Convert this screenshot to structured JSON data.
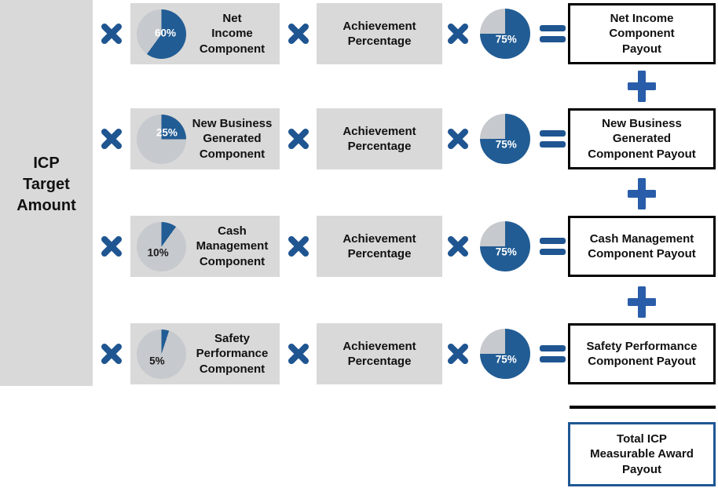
{
  "colors": {
    "pie_blue": "#215C94",
    "pie_gray": "#C6C9CD",
    "operator_blue": "#1F5591",
    "plus_blue": "#2A5DA9",
    "box_gray": "#D9D9D9",
    "payout_border": "#000000",
    "total_border": "#1F5795"
  },
  "left_panel": {
    "label": "ICP\nTarget\nAmount"
  },
  "operators": {
    "multiply": "×",
    "equals": "=",
    "plus": "+"
  },
  "rows": [
    {
      "component": {
        "label": "Net\nIncome\nComponent",
        "pie": {
          "percent": 60,
          "label": "60%",
          "label_color": "#FFFFFF",
          "label_x": "58%",
          "label_y": "49%"
        }
      },
      "achievement": {
        "label": "Achievement\nPercentage"
      },
      "result_pie": {
        "percent": 75,
        "label": "75%",
        "label_color": "#FFFFFF",
        "label_x": "52%",
        "label_y": "61%"
      },
      "payout": {
        "label": "Net Income\nComponent\nPayout"
      }
    },
    {
      "component": {
        "label": "New Business\nGenerated\nComponent",
        "pie": {
          "percent": 25,
          "label": "25%",
          "label_color": "#FFFFFF",
          "label_x": "61%",
          "label_y": "37%"
        }
      },
      "achievement": {
        "label": "Achievement\nPercentage"
      },
      "result_pie": {
        "percent": 75,
        "label": "75%",
        "label_color": "#FFFFFF",
        "label_x": "52%",
        "label_y": "61%"
      },
      "payout": {
        "label": "New Business\nGenerated\nComponent Payout"
      }
    },
    {
      "component": {
        "label": "Cash\nManagement\nComponent",
        "pie": {
          "percent": 10,
          "label": "10%",
          "label_color": "#1A1A1A",
          "label_x": "43%",
          "label_y": "63%"
        }
      },
      "achievement": {
        "label": "Achievement\nPercentage"
      },
      "result_pie": {
        "percent": 75,
        "label": "75%",
        "label_color": "#FFFFFF",
        "label_x": "52%",
        "label_y": "61%"
      },
      "payout": {
        "label": "Cash Management\nComponent Payout"
      }
    },
    {
      "component": {
        "label": "Safety\nPerformance\nComponent",
        "pie": {
          "percent": 5,
          "label": "5%",
          "label_color": "#1A1A1A",
          "label_x": "41%",
          "label_y": "65%"
        }
      },
      "achievement": {
        "label": "Achievement\nPercentage"
      },
      "result_pie": {
        "percent": 75,
        "label": "75%",
        "label_color": "#FFFFFF",
        "label_x": "52%",
        "label_y": "61%"
      },
      "payout": {
        "label": "Safety Performance\nComponent Payout"
      }
    }
  ],
  "total": {
    "label": "Total ICP\nMeasurable Award\nPayout"
  }
}
